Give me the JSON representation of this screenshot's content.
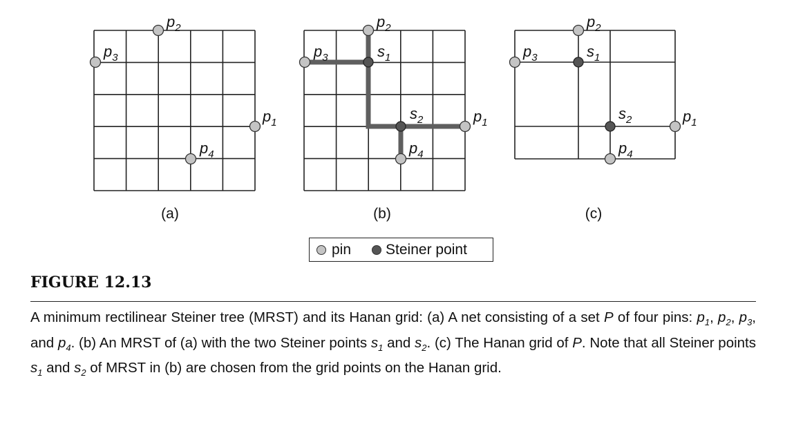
{
  "figure": {
    "subfigure_labels": [
      "(a)",
      "(b)",
      "(c)"
    ],
    "point_labels": {
      "p1": {
        "base": "p",
        "sub": "1"
      },
      "p2": {
        "base": "p",
        "sub": "2"
      },
      "p3": {
        "base": "p",
        "sub": "3"
      },
      "p4": {
        "base": "p",
        "sub": "4"
      },
      "s1": {
        "base": "s",
        "sub": "1"
      },
      "s2": {
        "base": "s",
        "sub": "2"
      }
    },
    "colors": {
      "grid_line": "#222222",
      "pin_fill": "#c4c4c4",
      "steiner_fill": "#555555",
      "tree_path": "#5f5f5f"
    }
  },
  "legend": {
    "pin_label": "pin",
    "steiner_label": "Steiner point"
  },
  "caption": {
    "title": "FIGURE 12.13",
    "text_runs": [
      "A minimum rectilinear Steiner tree (MRST) and its Hanan grid: (a) A net consisting of a set ",
      "P",
      " of four pins: ",
      "p",
      "1",
      ", ",
      "p",
      "2",
      ", ",
      "p",
      "3",
      ", and ",
      "p",
      "4",
      ". (b) An MRST of (a) with the two Steiner points ",
      "s",
      "1",
      " and ",
      "s",
      "2",
      ". (c) The Hanan grid of ",
      "P",
      ". Note that all Steiner points ",
      "s",
      "1",
      " and ",
      "s",
      "2",
      " of MRST in (b) are chosen from the grid points on the Hanan grid."
    ]
  }
}
